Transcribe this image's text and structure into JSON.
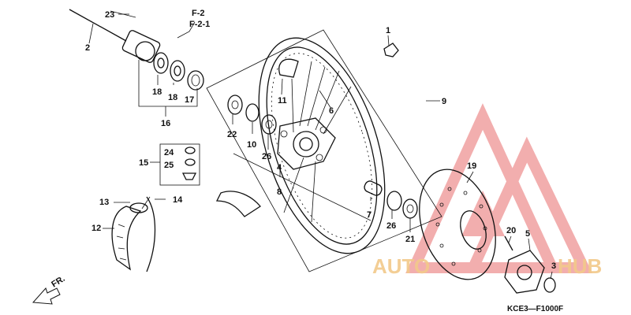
{
  "diagram": {
    "refs": [
      "F-2",
      "F-2-1"
    ],
    "figure_code": "KCE3—F1000F",
    "direction_label": "FR.",
    "watermark": {
      "prefix": "AUTO",
      "suffix": "HUB",
      "color": "#f0a0a0",
      "text_color": "#f2c98a"
    },
    "callouts": [
      {
        "id": "c1",
        "text": "1"
      },
      {
        "id": "c2",
        "text": "2"
      },
      {
        "id": "c3",
        "text": "3"
      },
      {
        "id": "c4",
        "text": "4"
      },
      {
        "id": "c5",
        "text": "5"
      },
      {
        "id": "c6",
        "text": "6"
      },
      {
        "id": "c7",
        "text": "7"
      },
      {
        "id": "c8",
        "text": "8"
      },
      {
        "id": "c9",
        "text": "9"
      },
      {
        "id": "c10",
        "text": "10"
      },
      {
        "id": "c11",
        "text": "11"
      },
      {
        "id": "c12",
        "text": "12"
      },
      {
        "id": "c13",
        "text": "13"
      },
      {
        "id": "c14",
        "text": "14"
      },
      {
        "id": "c15",
        "text": "15"
      },
      {
        "id": "c16",
        "text": "16"
      },
      {
        "id": "c17",
        "text": "17"
      },
      {
        "id": "c18a",
        "text": "18"
      },
      {
        "id": "c18b",
        "text": "18"
      },
      {
        "id": "c19",
        "text": "19"
      },
      {
        "id": "c20",
        "text": "20"
      },
      {
        "id": "c21",
        "text": "21"
      },
      {
        "id": "c22",
        "text": "22"
      },
      {
        "id": "c23",
        "text": "23"
      },
      {
        "id": "c24",
        "text": "24"
      },
      {
        "id": "c25",
        "text": "25"
      },
      {
        "id": "c26a",
        "text": "26"
      },
      {
        "id": "c26b",
        "text": "26"
      }
    ]
  }
}
